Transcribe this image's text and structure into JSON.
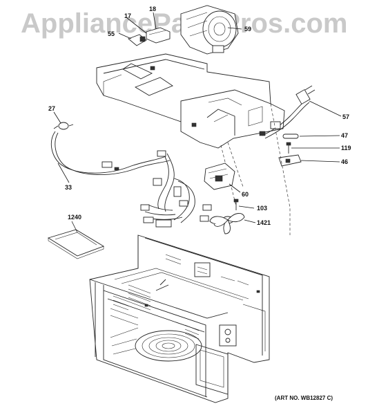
{
  "watermark": "AppliancePartsPros.com",
  "art_number": "(ART NO. WB12827 C)",
  "callouts": {
    "p17": "17",
    "p18": "18",
    "p55": "55",
    "p59": "59",
    "p27": "27",
    "p57": "57",
    "p47": "47",
    "p119": "119",
    "p46": "46",
    "p33": "33",
    "p60": "60",
    "p103": "103",
    "p1240": "1240",
    "p1421": "1421"
  }
}
